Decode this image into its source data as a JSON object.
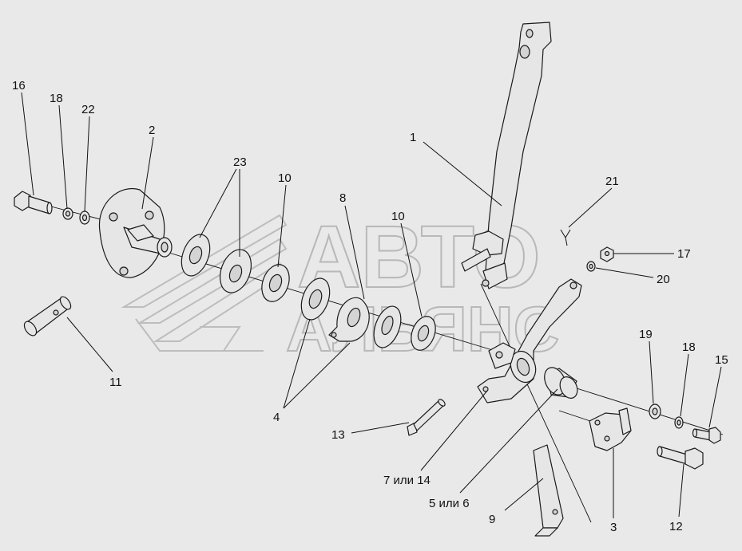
{
  "watermark": {
    "line1": "АВТО",
    "line2": "АЛЬЯНС"
  },
  "callouts": [
    {
      "id": "c1",
      "text": "1"
    },
    {
      "id": "c2",
      "text": "2"
    },
    {
      "id": "c3",
      "text": "3"
    },
    {
      "id": "c4",
      "text": "4"
    },
    {
      "id": "c5",
      "text": "5 или 6"
    },
    {
      "id": "c7",
      "text": "7 или 14"
    },
    {
      "id": "c8",
      "text": "8"
    },
    {
      "id": "c9",
      "text": "9"
    },
    {
      "id": "c10a",
      "text": "10"
    },
    {
      "id": "c10b",
      "text": "10"
    },
    {
      "id": "c11",
      "text": "11"
    },
    {
      "id": "c12",
      "text": "12"
    },
    {
      "id": "c13",
      "text": "13"
    },
    {
      "id": "c15",
      "text": "15"
    },
    {
      "id": "c16",
      "text": "16"
    },
    {
      "id": "c17",
      "text": "17"
    },
    {
      "id": "c18a",
      "text": "18"
    },
    {
      "id": "c18b",
      "text": "18"
    },
    {
      "id": "c19",
      "text": "19"
    },
    {
      "id": "c20",
      "text": "20"
    },
    {
      "id": "c21",
      "text": "21"
    },
    {
      "id": "c22",
      "text": "22"
    },
    {
      "id": "c23",
      "text": "23"
    }
  ],
  "colors": {
    "background": "#e9e9e9",
    "line": "#1a1a1a",
    "part_fill": "#e6e6e6",
    "watermark": "#bdbdbd"
  }
}
